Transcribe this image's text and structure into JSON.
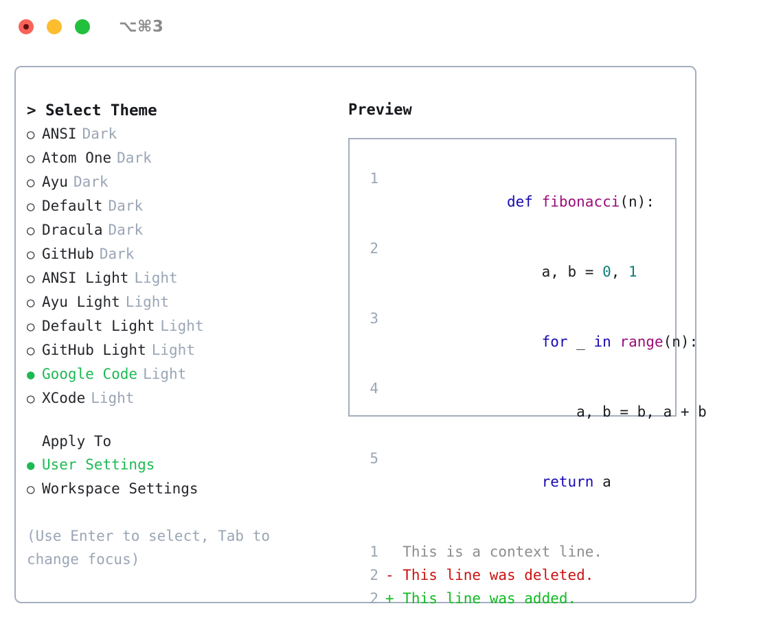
{
  "window": {
    "shortcut_label": "⌥⌘3",
    "traffic_lights": {
      "close": "close-button",
      "minimize": "minimize-button",
      "maximize": "maximize-button"
    },
    "colors": {
      "close": "#fa6259",
      "minimize": "#fcbd2e",
      "maximize": "#22c03c",
      "panel_border": "#a4aebe",
      "accent_green": "#1db954",
      "muted": "#9aa5b5"
    }
  },
  "theme_picker": {
    "prompt": ">",
    "title": "Select Theme",
    "title_line": "> Select Theme",
    "marker_selected": "●",
    "marker_unselected": "○",
    "items": [
      {
        "name": "ANSI",
        "kind": "Dark",
        "selected": false
      },
      {
        "name": "Atom One",
        "kind": "Dark",
        "selected": false
      },
      {
        "name": "Ayu",
        "kind": "Dark",
        "selected": false
      },
      {
        "name": "Default",
        "kind": "Dark",
        "selected": false
      },
      {
        "name": "Dracula",
        "kind": "Dark",
        "selected": false
      },
      {
        "name": "GitHub",
        "kind": "Dark",
        "selected": false
      },
      {
        "name": "ANSI Light",
        "kind": "Light",
        "selected": false
      },
      {
        "name": "Ayu Light",
        "kind": "Light",
        "selected": false
      },
      {
        "name": "Default Light",
        "kind": "Light",
        "selected": false
      },
      {
        "name": "GitHub Light",
        "kind": "Light",
        "selected": false
      },
      {
        "name": "Google Code",
        "kind": "Light",
        "selected": true
      },
      {
        "name": "XCode",
        "kind": "Light",
        "selected": false
      }
    ]
  },
  "apply_to": {
    "heading": "Apply To",
    "options": [
      {
        "label": "User Settings",
        "selected": true
      },
      {
        "label": "Workspace Settings",
        "selected": false
      }
    ]
  },
  "hint": {
    "text": "(Use Enter to select, Tab to change focus)"
  },
  "preview": {
    "title": "Preview",
    "code": [
      {
        "lineno": "1",
        "tokens": [
          {
            "text": "def ",
            "type": "kw"
          },
          {
            "text": "fibonacci",
            "type": "fn"
          },
          {
            "text": "(n):",
            "type": "plain"
          }
        ]
      },
      {
        "lineno": "2",
        "tokens": [
          {
            "text": "    a, b = ",
            "type": "plain"
          },
          {
            "text": "0",
            "type": "num"
          },
          {
            "text": ", ",
            "type": "plain"
          },
          {
            "text": "1",
            "type": "num"
          }
        ]
      },
      {
        "lineno": "3",
        "tokens": [
          {
            "text": "    ",
            "type": "plain"
          },
          {
            "text": "for",
            "type": "kw"
          },
          {
            "text": " _ ",
            "type": "plain"
          },
          {
            "text": "in",
            "type": "kw"
          },
          {
            "text": " ",
            "type": "plain"
          },
          {
            "text": "range",
            "type": "builtin"
          },
          {
            "text": "(n):",
            "type": "plain"
          }
        ]
      },
      {
        "lineno": "4",
        "tokens": [
          {
            "text": "        a, b = b, a + b",
            "type": "plain"
          }
        ]
      },
      {
        "lineno": "5",
        "tokens": [
          {
            "text": "    ",
            "type": "plain"
          },
          {
            "text": "return",
            "type": "kw"
          },
          {
            "text": " a",
            "type": "plain"
          }
        ]
      }
    ],
    "diff": [
      {
        "lineno": "1",
        "marker": " ",
        "text": "  This is a context line.",
        "type": "ctx"
      },
      {
        "lineno": "2",
        "marker": "-",
        "text": "- This line was deleted.",
        "type": "del"
      },
      {
        "lineno": "2",
        "marker": "+",
        "text": "+ This line was added.",
        "type": "add"
      }
    ]
  }
}
